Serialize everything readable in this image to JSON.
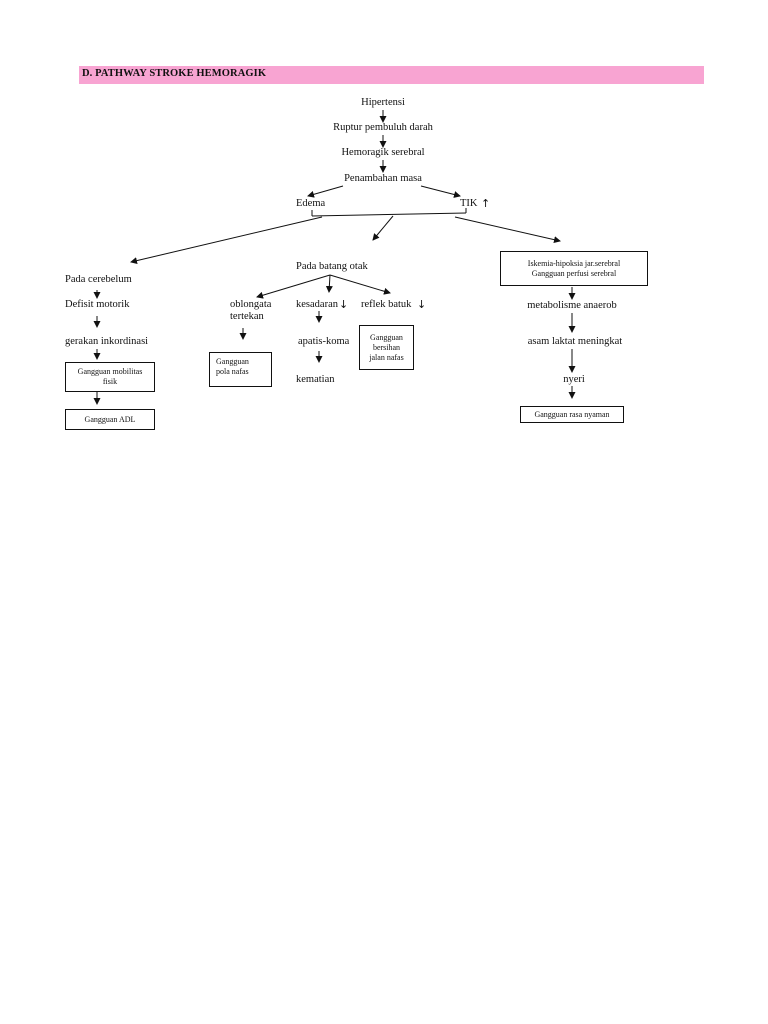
{
  "header": {
    "title": "D.  PATHWAY STROKE HEMORAGIK",
    "color": "#f8a4d2"
  },
  "nodes": {
    "hipertensi": "Hipertensi",
    "ruptur": "Ruptur pembuluh darah",
    "hemoragik": "Hemoragik serebral",
    "penambahan": "Penambahan masa",
    "edema": "Edema",
    "tik": "TIK",
    "pada_cerebelum": "Pada cerebelum",
    "defisit_motorik": "Defisit motorik",
    "gerakan_inkordinasi": "gerakan inkordinasi",
    "pada_batang_otak": "Pada batang otak",
    "oblongata": "oblongata\ntertekan",
    "kesadaran": "kesadaran",
    "apatis_koma": "apatis-koma",
    "kematian": "kematian",
    "reflek_batuk": "reflek batuk",
    "metabolisme": "metabolisme anaerob",
    "asam_laktat": "asam laktat meningkat",
    "nyeri": "nyeri"
  },
  "boxes": {
    "mobilitas": "Gangguan mobilitas\nfisik",
    "adl": "Gangguan ADL",
    "pola_nafas": "Gangguan\npola nafas",
    "jalan_nafas": "Gangguan\nbersihan\njalan nafas",
    "iskemia": "Iskemia-hipoksia jar.serebral\nGangguan perfusi serebral",
    "rasa_nyaman": "Gangguan rasa nyaman"
  },
  "symbols": {
    "up_arrow": "↑",
    "down_arrow": "↓"
  }
}
